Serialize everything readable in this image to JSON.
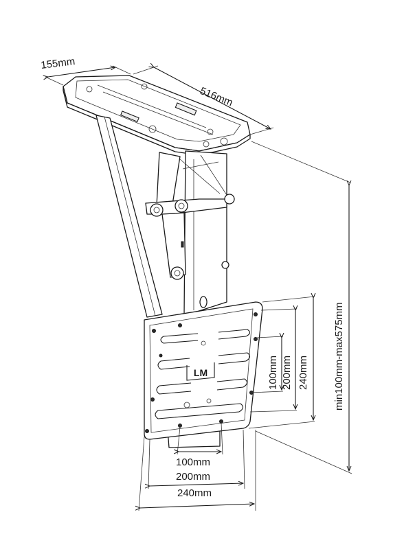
{
  "dimensions": {
    "depth": "155mm",
    "length": "516mm",
    "height_range": "min100mm-max575mm",
    "vesa_v_inner": "100mm",
    "vesa_v_mid": "200mm",
    "vesa_v_outer": "240mm",
    "vesa_h_inner": "100mm",
    "vesa_h_mid": "200mm",
    "vesa_h_outer": "240mm"
  },
  "logo_text": "LM"
}
